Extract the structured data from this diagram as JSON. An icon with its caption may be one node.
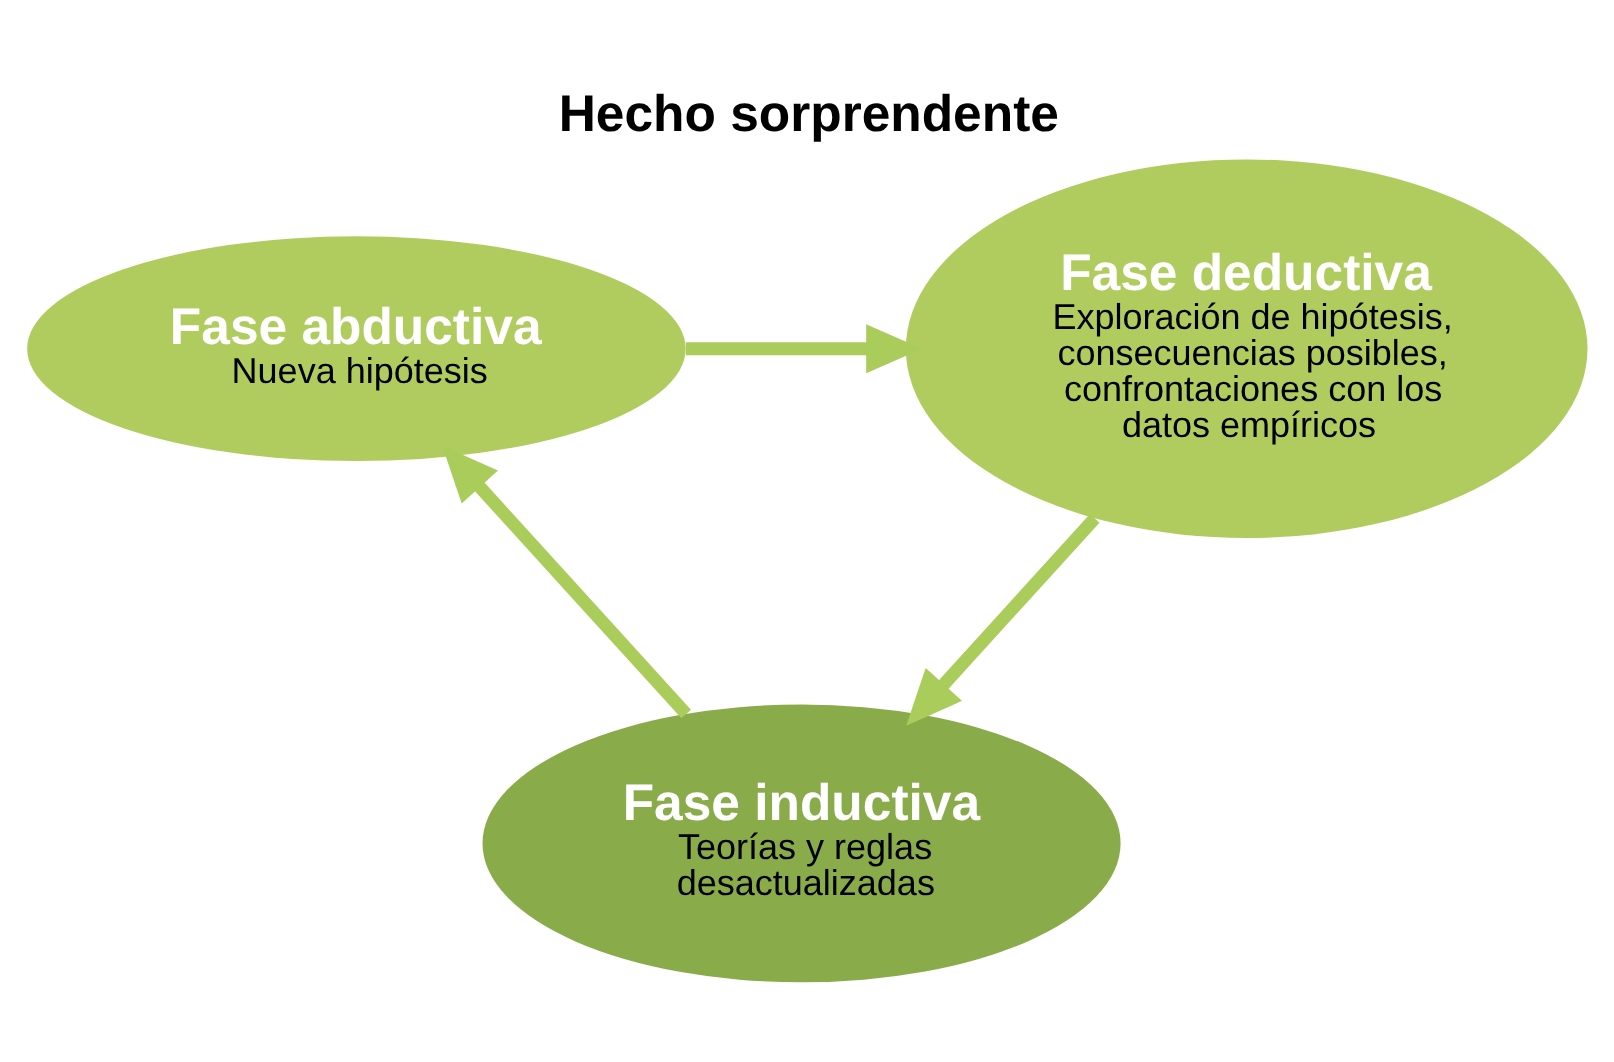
{
  "diagram": {
    "title": "Hecho sorprendente",
    "nodes": [
      {
        "text": [
          "Fase abductiva",
          "Nueva hipótesis"
        ]
      },
      {
        "text": [
          "Fase deductiva",
          "Exploración de hipótesis, consecuencias posibles, confrontaciones con los datos empíricos"
        ]
      },
      {
        "text": [
          "Fase inductiva",
          "Teorías y reglas desactualizadas"
        ]
      }
    ],
    "edges": [
      {
        "from": 0,
        "to": 1,
        "arrow": "to"
      },
      {
        "from": 1,
        "to": 2,
        "arrow": "to"
      },
      {
        "from": 2,
        "to": 0,
        "arrow": "to"
      }
    ]
  }
}
